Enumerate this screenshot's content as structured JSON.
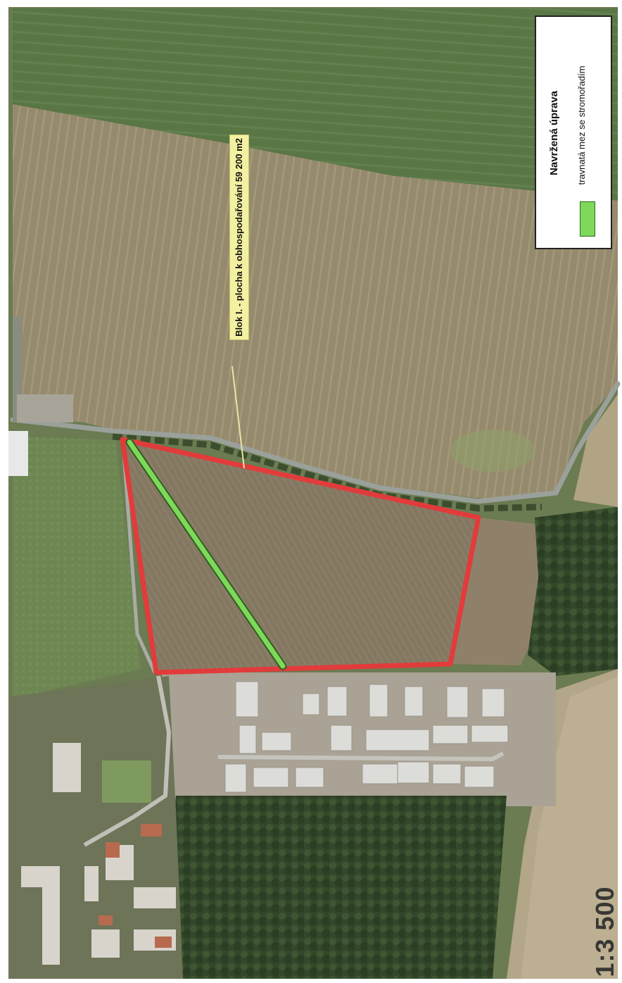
{
  "map": {
    "type": "aerial-photo",
    "colors": {
      "field_green": "#5d7a45",
      "field_bare": "#9a8d70",
      "forest": "#35492a",
      "parcel_outline": "#e23b3b",
      "tree_row": "#7ed85a",
      "callout_bg": "#f4f0a2"
    }
  },
  "callout": {
    "label": "Blok I. - plocha k obhospodařování 59 200 m2"
  },
  "legend": {
    "title": "Navržená úprava",
    "items": [
      {
        "label": "travnatá mez se stromořadím",
        "color": "#7ed85a"
      }
    ]
  },
  "scale": {
    "text": "1:3 500"
  }
}
